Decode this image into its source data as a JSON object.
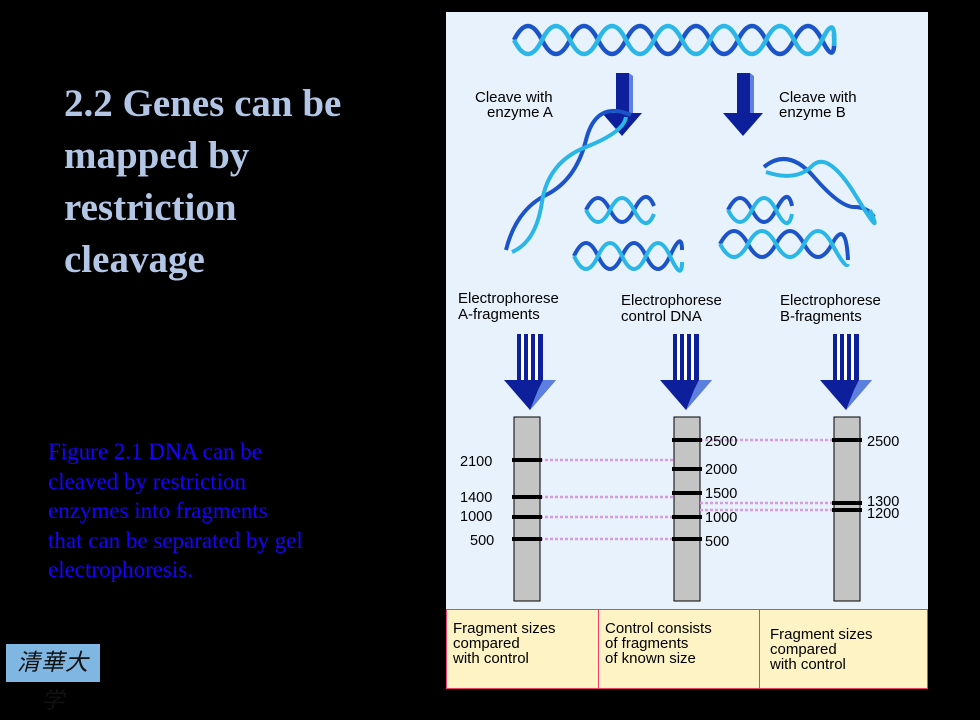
{
  "title": {
    "lines": [
      "2.2 Genes can be",
      "mapped by",
      "restriction",
      "cleavage"
    ]
  },
  "caption": {
    "lines": [
      "Figure 2.1 DNA can be",
      "cleaved by restriction",
      "enzymes into fragments",
      "that can be separated by gel",
      "electrophoresis."
    ]
  },
  "logo": {
    "text": "清華大学"
  },
  "figure": {
    "cleave_a": [
      "Cleave with",
      "enzyme A"
    ],
    "cleave_b": [
      "Cleave with",
      "enzyme B"
    ],
    "electro_a": [
      "Electrophorese",
      "A-fragments"
    ],
    "electro_control": [
      "Electrophorese",
      "control DNA"
    ],
    "electro_b": [
      "Electrophorese",
      "B-fragments"
    ],
    "lane_a_sizes": [
      "2100",
      "1400",
      "1000",
      "500"
    ],
    "lane_control_sizes": [
      "2500",
      "2000",
      "1500",
      "1000",
      "500"
    ],
    "lane_b_sizes": [
      "2500",
      "1300",
      "1200"
    ],
    "boxes": [
      [
        "Fragment sizes",
        "compared",
        "with control"
      ],
      [
        "Control consists",
        "of fragments",
        "of known size"
      ],
      [
        "Fragment sizes",
        "compared",
        "with control"
      ]
    ],
    "colors": {
      "dna_strand_1": "#1b53c8",
      "dna_strand_2": "#2ab6e6",
      "arrow": "#0d1f9a",
      "dashed_line": "#d79be0",
      "lane": "#c4c4c4",
      "box_fill": "#fdf3c4",
      "box_border": "#ef3f6b"
    }
  }
}
